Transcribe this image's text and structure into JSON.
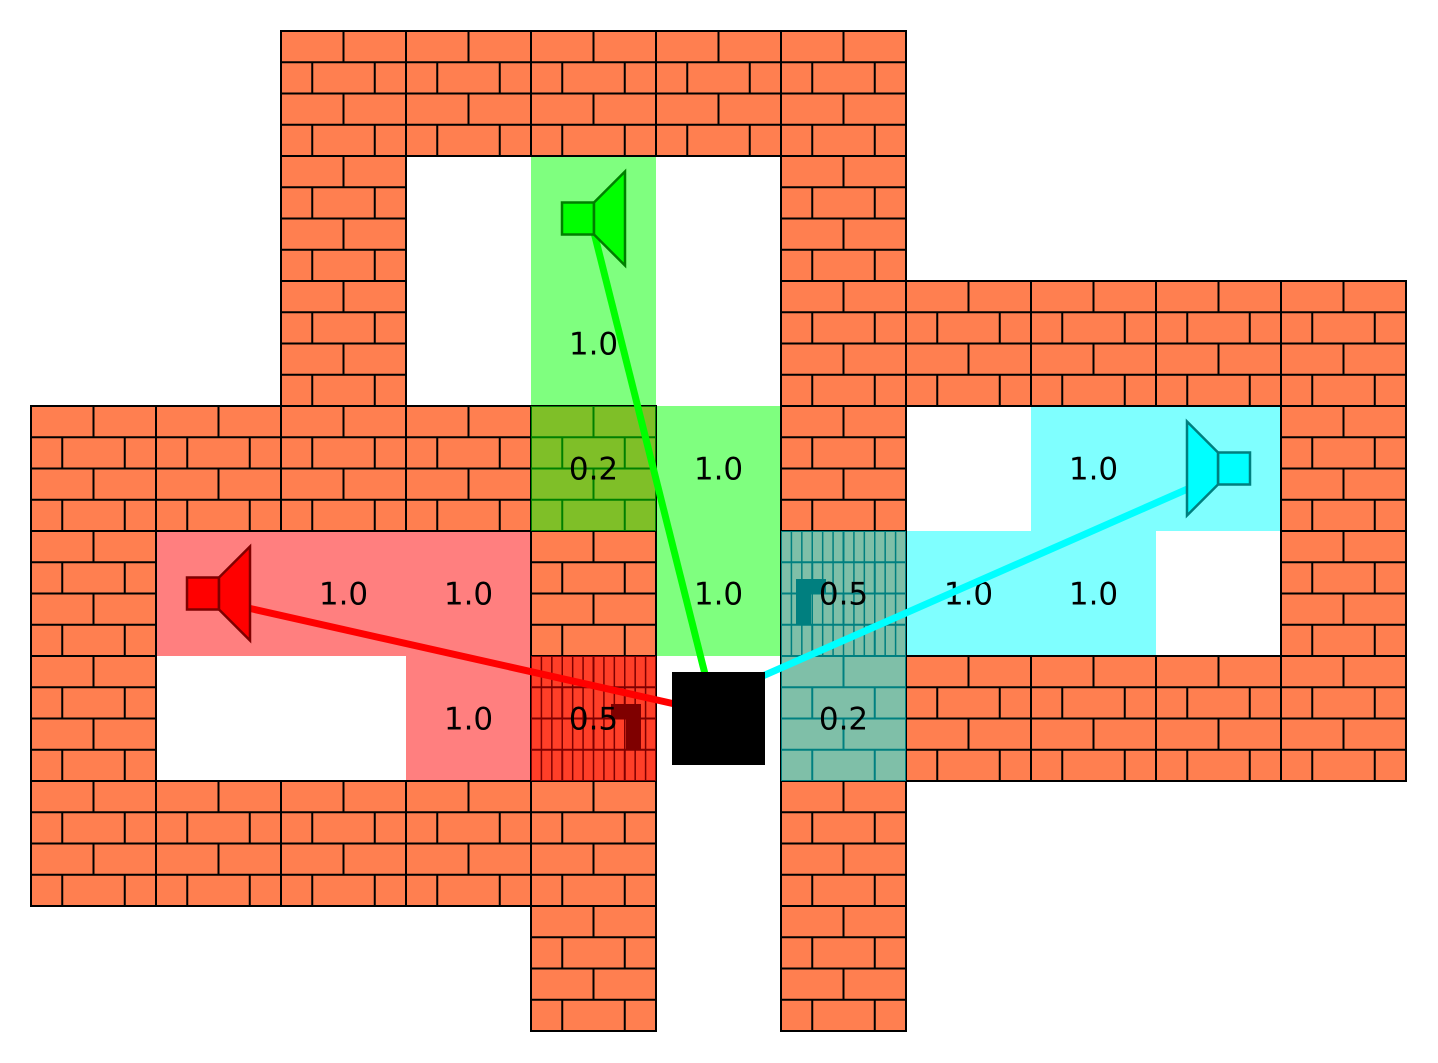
{
  "colors": {
    "brick": "#FF7F50",
    "mortar": "#000000",
    "red": "#FF0000",
    "red_dark": "#7F0000",
    "green": "#00FF00",
    "green_dark": "#007F00",
    "cyan": "#00FFFF",
    "cyan_dark": "#007F7F",
    "listener": "#000000"
  },
  "legend": {
    "description": "Grid world with brick walls, three speakers and one listener; colored cells show per-cell sound attenuation values"
  },
  "walls": [
    [
      2,
      0
    ],
    [
      3,
      0
    ],
    [
      4,
      0
    ],
    [
      5,
      0
    ],
    [
      6,
      0
    ],
    [
      2,
      1
    ],
    [
      6,
      1
    ],
    [
      2,
      2
    ],
    [
      6,
      2
    ],
    [
      7,
      2
    ],
    [
      8,
      2
    ],
    [
      9,
      2
    ],
    [
      10,
      2
    ],
    [
      0,
      3
    ],
    [
      1,
      3
    ],
    [
      2,
      3
    ],
    [
      3,
      3
    ],
    [
      4,
      3
    ],
    [
      6,
      3
    ],
    [
      10,
      3
    ],
    [
      0,
      4
    ],
    [
      4,
      4
    ],
    [
      6,
      4
    ],
    [
      10,
      4
    ],
    [
      0,
      5
    ],
    [
      4,
      5
    ],
    [
      6,
      5
    ],
    [
      7,
      5
    ],
    [
      8,
      5
    ],
    [
      9,
      5
    ],
    [
      10,
      5
    ],
    [
      0,
      6
    ],
    [
      1,
      6
    ],
    [
      2,
      6
    ],
    [
      3,
      6
    ],
    [
      4,
      6
    ],
    [
      6,
      6
    ],
    [
      4,
      7
    ],
    [
      6,
      7
    ]
  ],
  "tinted_cells": [
    {
      "col": 1,
      "row": 4,
      "color": "red",
      "label": ""
    },
    {
      "col": 2,
      "row": 4,
      "color": "red",
      "label": "1.0"
    },
    {
      "col": 3,
      "row": 4,
      "color": "red",
      "label": "1.0"
    },
    {
      "col": 3,
      "row": 5,
      "color": "red",
      "label": "1.0"
    },
    {
      "col": 4,
      "row": 5,
      "color": "red",
      "label": "0.5"
    },
    {
      "col": 4,
      "row": 1,
      "color": "green",
      "label": ""
    },
    {
      "col": 4,
      "row": 2,
      "color": "green",
      "label": "1.0"
    },
    {
      "col": 4,
      "row": 3,
      "color": "green",
      "label": "0.2"
    },
    {
      "col": 5,
      "row": 3,
      "color": "green",
      "label": "1.0"
    },
    {
      "col": 5,
      "row": 4,
      "color": "green",
      "label": "1.0"
    },
    {
      "col": 8,
      "row": 3,
      "color": "cyan",
      "label": "1.0"
    },
    {
      "col": 9,
      "row": 3,
      "color": "cyan",
      "label": ""
    },
    {
      "col": 6,
      "row": 4,
      "color": "cyan",
      "label": "0.5"
    },
    {
      "col": 7,
      "row": 4,
      "color": "cyan",
      "label": "1.0"
    },
    {
      "col": 8,
      "row": 4,
      "color": "cyan",
      "label": "1.0"
    },
    {
      "col": 6,
      "row": 5,
      "color": "cyan",
      "label": "0.2"
    }
  ],
  "doors": [
    {
      "col": 4,
      "row": 5,
      "color": "red",
      "frame": "right"
    },
    {
      "col": 6,
      "row": 4,
      "color": "cyan",
      "frame": "left"
    }
  ],
  "speakers": [
    {
      "name": "red-speaker",
      "col": 1,
      "row": 4,
      "color": "red",
      "facing": "right"
    },
    {
      "name": "green-speaker",
      "col": 4,
      "row": 1,
      "color": "green",
      "facing": "right"
    },
    {
      "name": "cyan-speaker",
      "col": 9,
      "row": 3,
      "color": "cyan",
      "facing": "left"
    }
  ],
  "listener": {
    "col": 5,
    "row": 5
  },
  "rays": [
    {
      "from": "red-speaker",
      "color": "red"
    },
    {
      "from": "green-speaker",
      "color": "green"
    },
    {
      "from": "cyan-speaker",
      "color": "cyan"
    }
  ]
}
